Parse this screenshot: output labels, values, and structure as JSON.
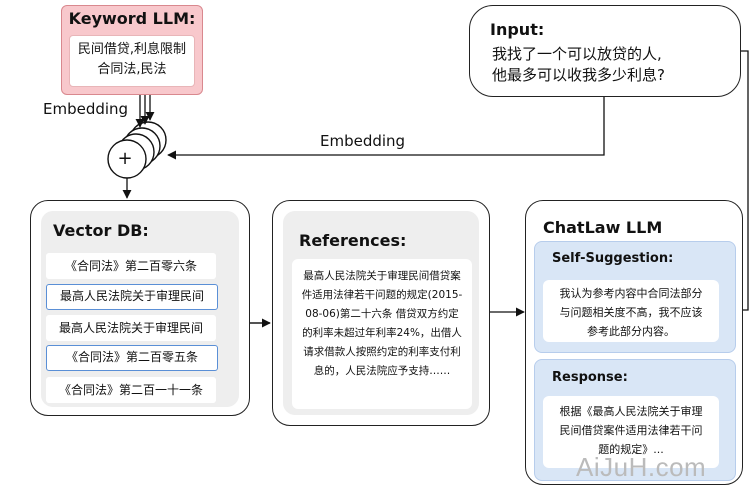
{
  "keyword_llm": {
    "title": "Keyword LLM:",
    "keywords_line1": "民间借贷,利息限制",
    "keywords_line2": "合同法,民法"
  },
  "input": {
    "title": "Input:",
    "line1": "我找了一个可以放贷的人,",
    "line2": "他最多可以收我多少利息?"
  },
  "edges": {
    "embedding_left": "Embedding",
    "embedding_top": "Embedding"
  },
  "combine": {
    "symbol": "+"
  },
  "vector_db": {
    "title": "Vector DB:",
    "items": [
      {
        "text": "《合同法》第二百零六条",
        "highlighted": false
      },
      {
        "text": "最高人民法院关于审理民间",
        "highlighted": true
      },
      {
        "text": "最高人民法院关于审理民间",
        "highlighted": false
      },
      {
        "text": "《合同法》第二百零五条",
        "highlighted": true
      },
      {
        "text": "《合同法》第二百一十一条",
        "highlighted": false
      }
    ]
  },
  "references": {
    "title": "References:",
    "lines": [
      "最高人民法院关于审理民间借贷案",
      "件适用法律若干问题的规定(2015-",
      "08-06)第二十六条 借贷双方约定",
      "的利率未超过年利率24%，出借人",
      "请求借款人按照约定的利率支付利",
      "息的，人民法院应予支持……"
    ]
  },
  "chatlaw": {
    "title": "ChatLaw LLM",
    "self_suggestion": {
      "title": "Self-Suggestion:",
      "lines": [
        "我认为参考内容中合同法部分",
        "与问题相关度不高，我不应该",
        "参考此部分内容。"
      ]
    },
    "response": {
      "title": "Response:",
      "lines": [
        "根据《最高人民法院关于审理",
        "民间借贷案件适用法律若干问",
        "题的规定》..."
      ]
    }
  },
  "watermark": "AiJuH.com",
  "colors": {
    "keyword_fill": "#f8c8cc",
    "chat_section_fill": "#d9e6f6",
    "highlight_border": "#5a8fd6",
    "panel_gray": "#eeeeee"
  }
}
